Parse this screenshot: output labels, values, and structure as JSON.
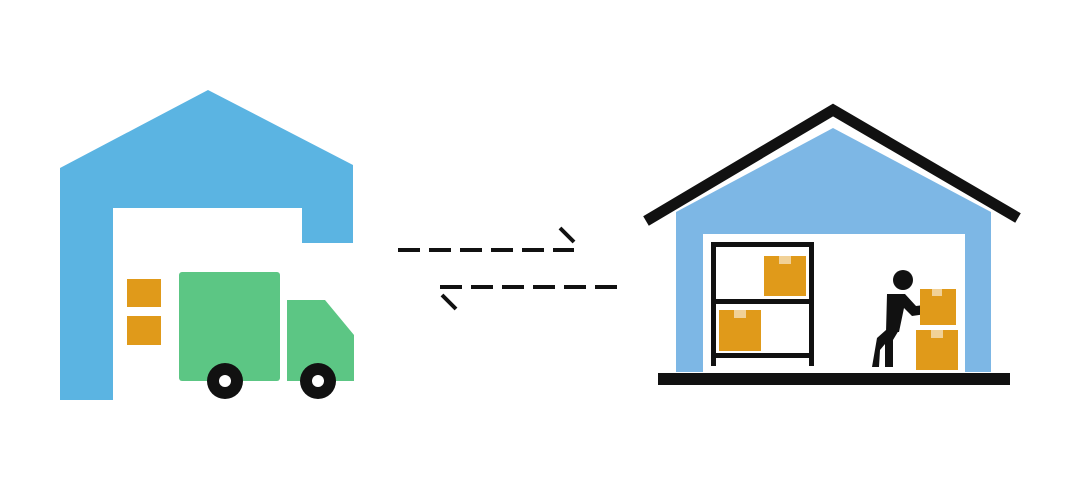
{
  "diagram": {
    "type": "illustration",
    "nodes": [
      {
        "id": "loading-warehouse",
        "icon": "warehouse-with-truck-icon"
      },
      {
        "id": "storage-warehouse",
        "icon": "warehouse-with-worker-icon"
      }
    ],
    "connections": [
      {
        "from": "loading-warehouse",
        "to": "storage-warehouse",
        "style": "dashed",
        "icon": "arrow-right-icon"
      },
      {
        "from": "storage-warehouse",
        "to": "loading-warehouse",
        "style": "dashed",
        "icon": "arrow-left-icon"
      }
    ]
  },
  "colors": {
    "warehouse_left": "#5BB4E2",
    "warehouse_right": "#7DB7E5",
    "truck": "#5CC684",
    "box": "#E09A1A",
    "ink": "#111111",
    "background": "#FFFFFF"
  }
}
